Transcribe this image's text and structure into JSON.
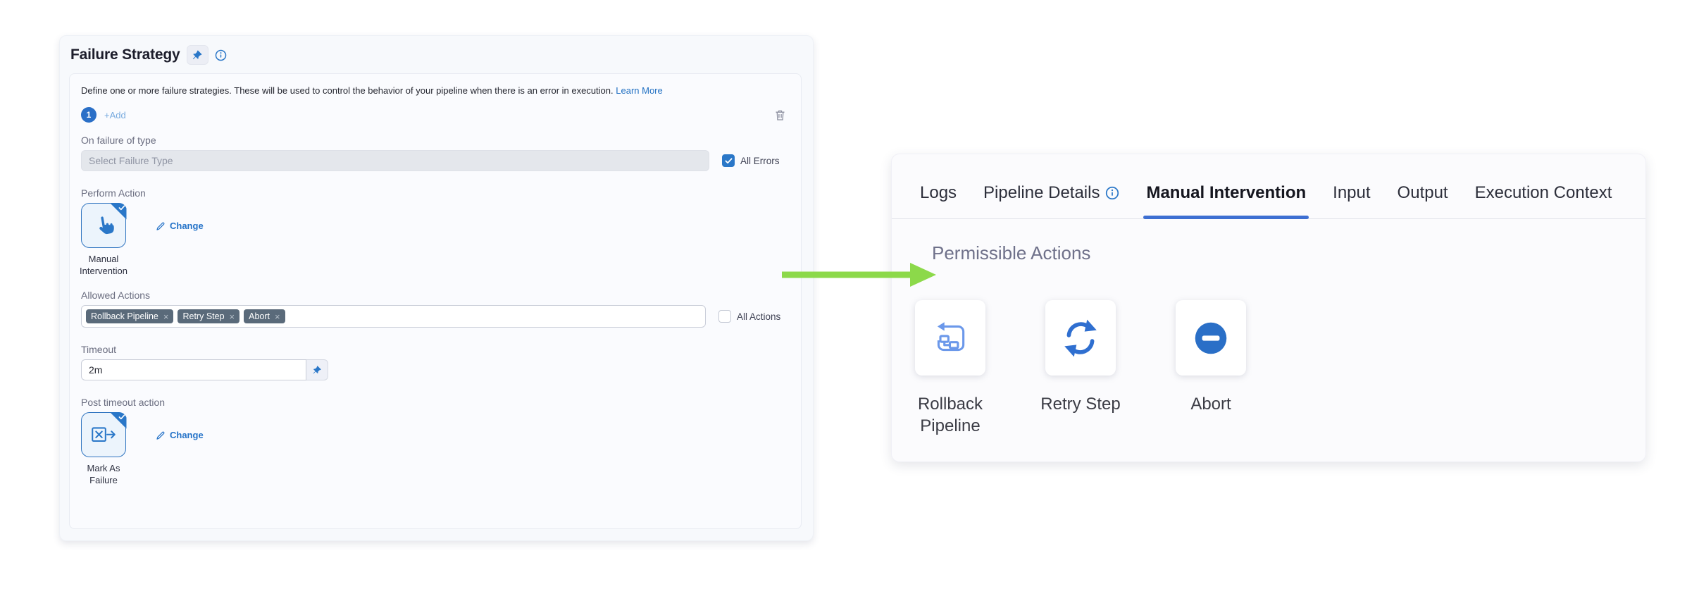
{
  "colors": {
    "accent_blue": "#2a77c8",
    "link_blue": "#2573c8",
    "tab_underline_blue": "#3d6fd2",
    "arrow_green": "#8cd94a",
    "tag_bg": "#5a6a7a"
  },
  "left_panel": {
    "title": "Failure Strategy",
    "description": "Define one or more failure strategies. These will be used to control the behavior of your pipeline when there is an error in execution.",
    "learn_more_label": "Learn More",
    "strategy_badge": "1",
    "add_button_label": "+Add",
    "on_failure_label": "On failure of type",
    "failure_type_placeholder": "Select Failure Type",
    "all_errors_label": "All Errors",
    "perform_action_label": "Perform Action",
    "perform_action_value": "Manual Intervention",
    "change_button_label": "Change",
    "allowed_actions_label": "Allowed Actions",
    "allowed_actions_tags": [
      "Rollback Pipeline",
      "Retry Step",
      "Abort"
    ],
    "all_actions_label": "All Actions",
    "timeout_label": "Timeout",
    "timeout_value": "2m",
    "post_timeout_label": "Post timeout action",
    "post_timeout_value": "Mark As Failure"
  },
  "right_panel": {
    "tabs": [
      {
        "label": "Logs",
        "active": false
      },
      {
        "label": "Pipeline Details",
        "active": false,
        "info_icon": true
      },
      {
        "label": "Manual Intervention",
        "active": true
      },
      {
        "label": "Input",
        "active": false
      },
      {
        "label": "Output",
        "active": false
      },
      {
        "label": "Execution Context",
        "active": false
      }
    ],
    "heading": "Permissible Actions",
    "actions": [
      {
        "label": "Rollback Pipeline",
        "icon": "rollback-pipeline-icon"
      },
      {
        "label": "Retry Step",
        "icon": "retry-step-icon"
      },
      {
        "label": "Abort",
        "icon": "abort-icon"
      }
    ]
  }
}
